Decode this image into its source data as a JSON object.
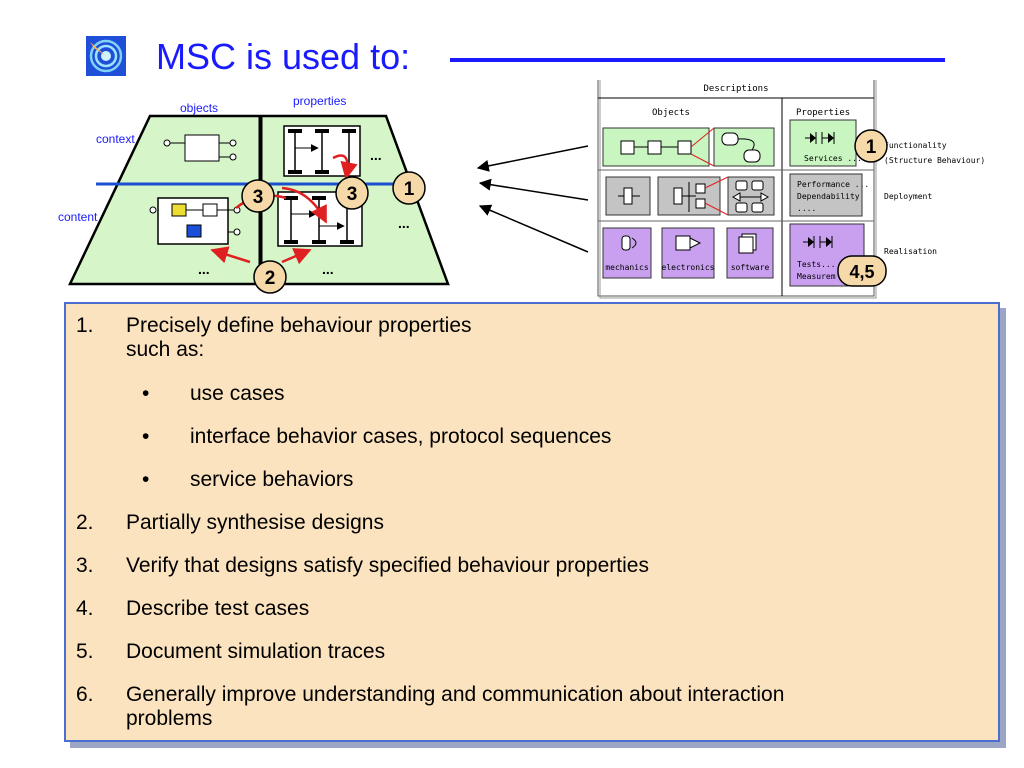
{
  "title": "MSC is used to:",
  "colors": {
    "title": "#1a1aff",
    "box_bg": "#fbe3bf",
    "box_border": "#4a6fd0",
    "trapezoid": "#d6f5c8",
    "marker": "#f5d9a8",
    "arrow_red": "#e02020"
  },
  "diagram": {
    "left": {
      "label_objects": "objects",
      "label_properties": "properties",
      "label_context": "context",
      "label_content": "content",
      "ellipsis": "...",
      "markers": {
        "m1": "1",
        "m2": "2",
        "m3a": "3",
        "m3b": "3"
      }
    },
    "right": {
      "header": "Descriptions",
      "col_objects": "Objects",
      "col_properties": "Properties",
      "row1_prop": "Services ...",
      "row1_label_a": "Functionality",
      "row1_label_b": "(Structure Behaviour)",
      "row2_prop_lines": [
        "Performance ...",
        "Dependability",
        "...."
      ],
      "row2_label": "Deployment",
      "row3_objs": [
        "mechanics",
        "electronics",
        "software"
      ],
      "row3_prop_lines": [
        "Tests...",
        "Measurem"
      ],
      "row3_label": "Realisation",
      "marker_1": "1",
      "marker_45": "4,5"
    }
  },
  "list": {
    "items": [
      {
        "num": "1.",
        "text": "Precisely  define behaviour properties",
        "text2": "such as:"
      },
      {
        "num": "2.",
        "text": "Partially synthesise designs"
      },
      {
        "num": "3.",
        "text": "Verify that designs satisfy specified behaviour properties"
      },
      {
        "num": "4.",
        "text": "Describe test cases"
      },
      {
        "num": "5.",
        "text": "Document simulation traces"
      },
      {
        "num": "6.",
        "text": "Generally improve understanding and communication about interaction",
        "text2": "problems"
      }
    ],
    "bullet_char": "•",
    "subbullets": [
      "use cases",
      "interface behavior cases, protocol sequences",
      "service behaviors"
    ]
  }
}
